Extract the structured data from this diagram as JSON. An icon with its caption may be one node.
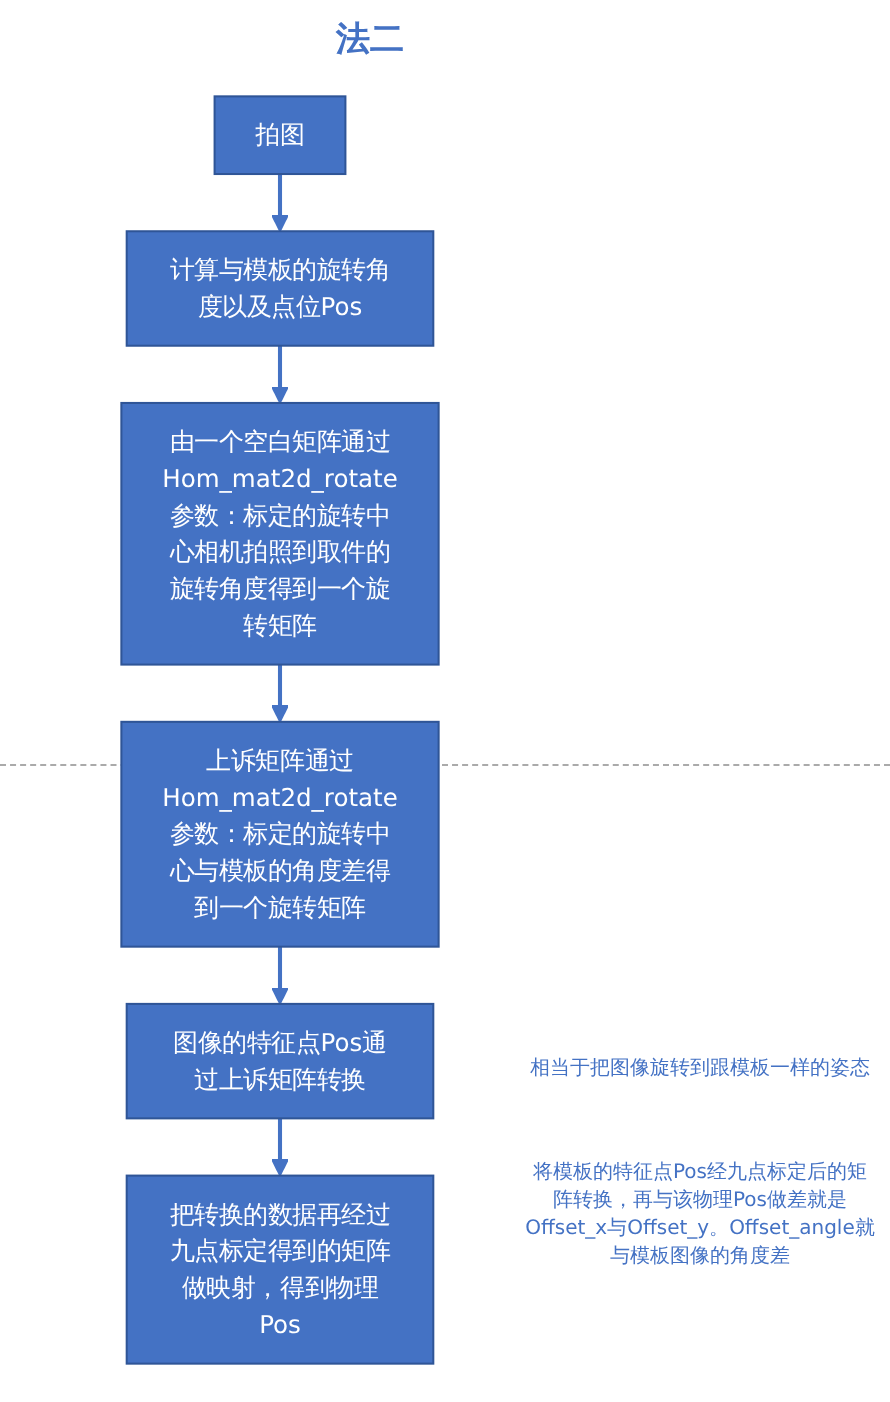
{
  "diagram": {
    "title": "法二",
    "nodes": [
      {
        "text": [
          "拍图"
        ]
      },
      {
        "text": [
          "计算与模板的旋转角度以及点位Pos"
        ]
      },
      {
        "text": [
          "由一个空白矩阵通过Hom_mat2d_rotate参数：标定的旋转中心相机拍照到取件的旋转角度得到一个旋转矩阵"
        ]
      },
      {
        "text": [
          "上诉矩阵通过Hom_mat2d_rotate参数：标定的旋转中心与模板的角度差得到一个旋转矩阵"
        ]
      },
      {
        "text": [
          "图像的特征点Pos通过上诉矩阵转换"
        ]
      },
      {
        "text": [
          "把转换的数据再经过九点标定得到的矩阵做映射，得到物理Pos"
        ]
      }
    ],
    "edges": [
      {
        "from": 0,
        "to": 1,
        "arrow": "to"
      },
      {
        "from": 1,
        "to": 2,
        "arrow": "to"
      },
      {
        "from": 2,
        "to": 3,
        "arrow": "to"
      },
      {
        "from": 3,
        "to": 4,
        "arrow": "to"
      },
      {
        "from": 4,
        "to": 5,
        "arrow": "to"
      }
    ],
    "labels": [
      "相当于把图像旋转到跟模板一样的姿态",
      "将模板的特征点Pos经九点标定后的矩阵转换，再与该物理Pos做差就是Offset_x与Offset_y。Offset_angle就与模板图像的角度差"
    ]
  }
}
